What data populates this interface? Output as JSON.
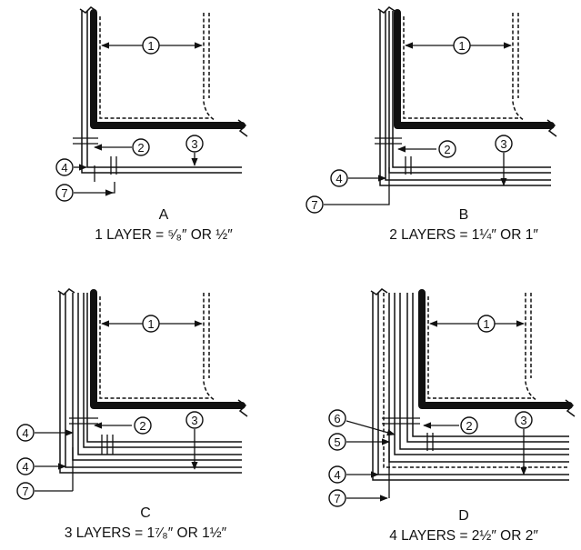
{
  "panels": [
    {
      "letter": "A",
      "layers_text": "1 LAYER = ⁵⁄₈″ OR ½″",
      "layers": 1
    },
    {
      "letter": "B",
      "layers_text": "2 LAYERS = 1¼″ OR 1″",
      "layers": 2
    },
    {
      "letter": "C",
      "layers_text": "3 LAYERS = 1⁷⁄₈″ OR 1½″",
      "layers": 3
    },
    {
      "letter": "D",
      "layers_text": "4 LAYERS = 2½″ OR 2″",
      "layers": 4
    }
  ],
  "callouts": [
    "1",
    "2",
    "3",
    "4",
    "5",
    "6",
    "7"
  ],
  "colors": {
    "ink": "#111111",
    "paper": "#ffffff"
  }
}
